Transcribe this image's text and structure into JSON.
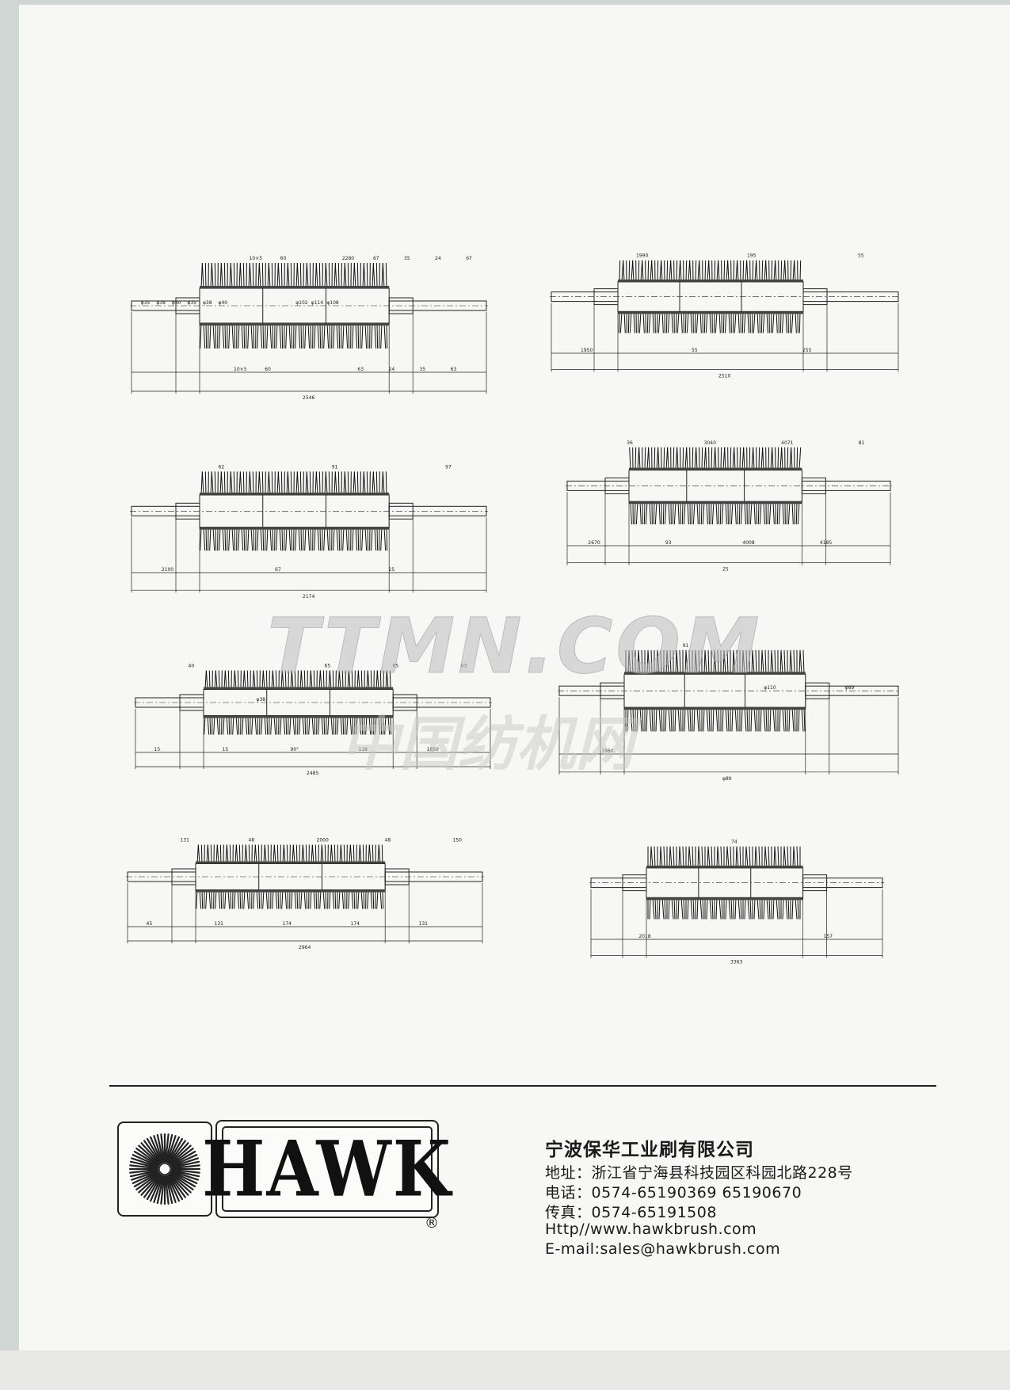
{
  "watermark": {
    "latin": "TTMN.COM",
    "cjk": "中国纺机网"
  },
  "drawings": [
    {
      "labels": [
        "φ35",
        "φ38",
        "φ40",
        "φ35",
        "φ38",
        "φ40",
        "10×5",
        "10×5",
        "60",
        "60",
        "φ102",
        "φ114",
        "φ108",
        "2280",
        "63",
        "67",
        "24",
        "35",
        "35",
        "24",
        "63",
        "67",
        "2546"
      ]
    },
    {
      "labels": [
        "1950",
        "1990",
        "55",
        "195",
        "255",
        "55",
        "2510"
      ]
    },
    {
      "labels": [
        "2100",
        "62",
        "67",
        "91",
        "25",
        "97",
        "2174"
      ]
    },
    {
      "labels": [
        "2670",
        "36",
        "93",
        "3040",
        "4008",
        "4071",
        "4185",
        "81",
        "25"
      ]
    },
    {
      "labels": [
        "15",
        "40",
        "15",
        "φ38",
        "90°",
        "65",
        "118",
        "65",
        "1850",
        "63",
        "2485"
      ]
    },
    {
      "labels": [
        "1960",
        "91",
        "φ110",
        "φ89",
        "φ89"
      ]
    },
    {
      "labels": [
        "45",
        "131",
        "131",
        "48",
        "174",
        "2000",
        "174",
        "48",
        "131",
        "150",
        "2964"
      ]
    },
    {
      "labels": [
        "2018",
        "74",
        "157",
        "3363"
      ]
    }
  ],
  "footer": {
    "registered": "®",
    "brand": "HAWK",
    "company_name": "宁波保华工业刷有限公司",
    "address": "地址：浙江省宁海县科技园区科园北路228号",
    "phone": "电话：0574-65190369  65190670",
    "fax": "传真：0574-65191508",
    "website": "Http//www.hawkbrush.com",
    "email": "E-mail:sales@hawkbrush.com"
  }
}
